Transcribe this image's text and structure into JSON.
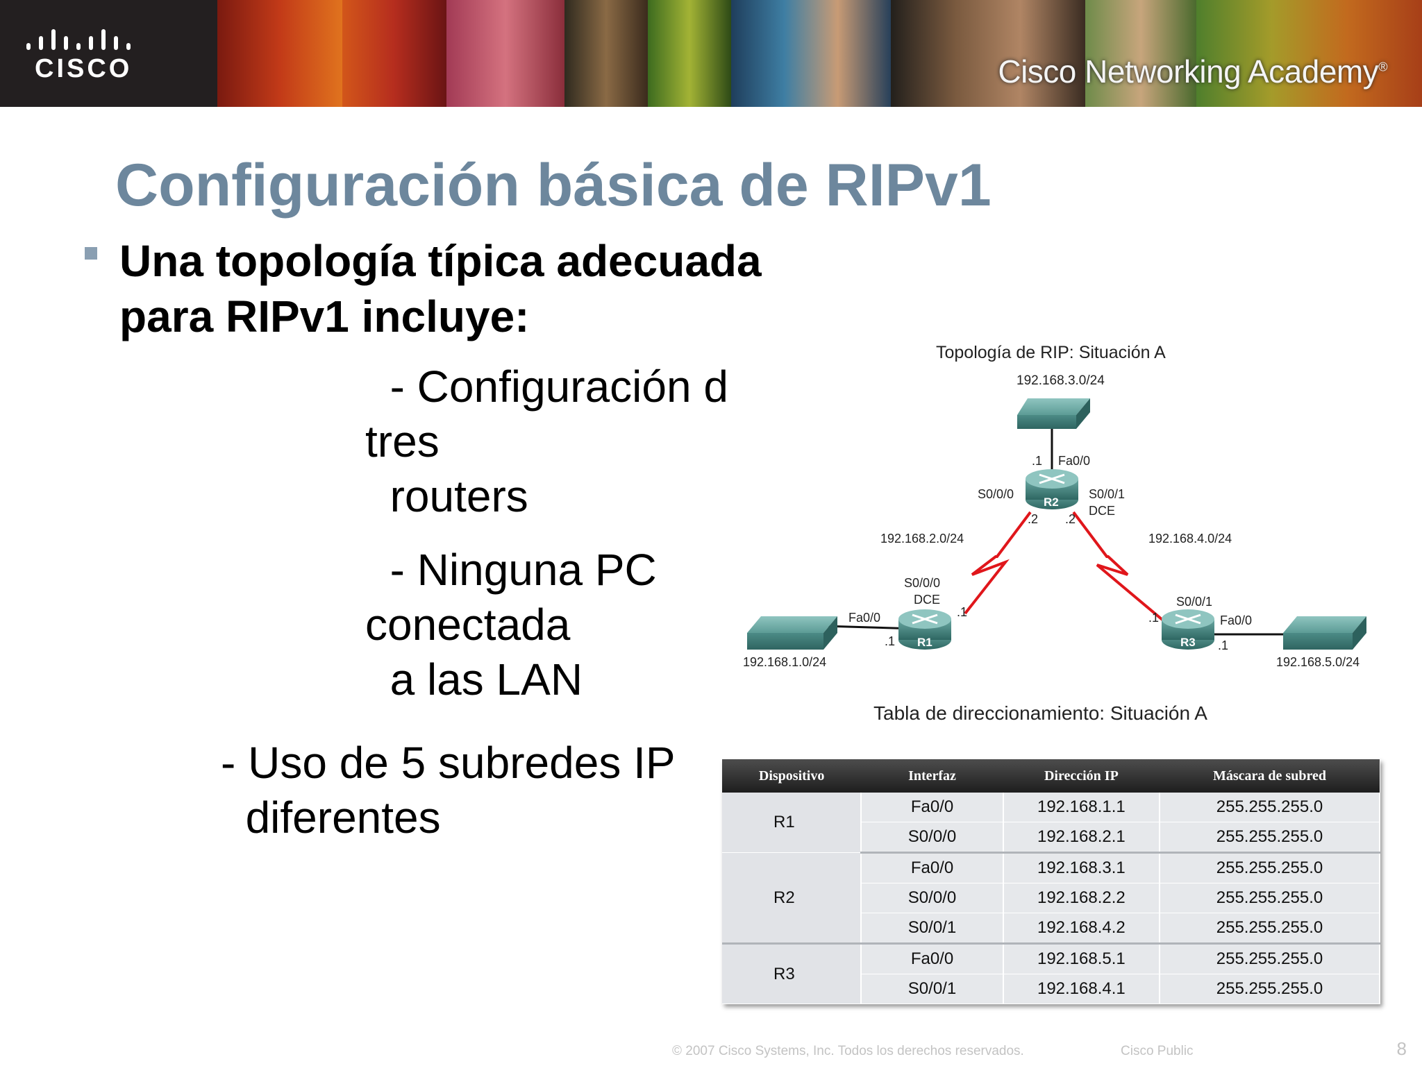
{
  "header": {
    "logo_text": "CISCO",
    "academy_text": "Cisco Networking Academy",
    "academy_reg": "®"
  },
  "slide": {
    "title": "Configuración básica de RIPv1",
    "bullet": "Una topología típica adecuada para RIPv1 incluye:",
    "sub_items": [
      "  - Configuración d\ntres\n  routers",
      "  - Ninguna PC\nconectada\n  a las LAN",
      "- Uso de 5 subredes IP\n  diferentes"
    ]
  },
  "diagram": {
    "title": "Topología de RIP: Situación A",
    "networks": {
      "top": "192.168.3.0/24",
      "left_wan": "192.168.2.0/24",
      "right_wan": "192.168.4.0/24",
      "left_lan": "192.168.1.0/24",
      "right_lan": "192.168.5.0/24"
    },
    "routers": [
      "R1",
      "R2",
      "R3"
    ],
    "labels": {
      "r2_fa": "Fa0/0",
      "r2_fa_ip": ".1",
      "r2_s000": "S0/0/0",
      "r2_s001": "S0/0/1",
      "r2_dce": "DCE",
      "r2_ip_left": ".2",
      "r2_ip_right": ".2",
      "r1_s000": "S0/0/0",
      "r1_dce": "DCE",
      "r1_s_ip": ".1",
      "r1_fa": "Fa0/0",
      "r1_fa_ip": ".1",
      "r3_s001": "S0/0/1",
      "r3_s_ip": ".1",
      "r3_fa": "Fa0/0",
      "r3_fa_ip": ".1"
    }
  },
  "table": {
    "title": "Tabla de direccionamiento: Situación A",
    "headers": [
      "Dispositivo",
      "Interfaz",
      "Dirección IP",
      "Máscara de subred"
    ],
    "groups": [
      {
        "device": "R1",
        "rows": [
          [
            "Fa0/0",
            "192.168.1.1",
            "255.255.255.0"
          ],
          [
            "S0/0/0",
            "192.168.2.1",
            "255.255.255.0"
          ]
        ]
      },
      {
        "device": "R2",
        "rows": [
          [
            "Fa0/0",
            "192.168.3.1",
            "255.255.255.0"
          ],
          [
            "S0/0/0",
            "192.168.2.2",
            "255.255.255.0"
          ],
          [
            "S0/0/1",
            "192.168.4.2",
            "255.255.255.0"
          ]
        ]
      },
      {
        "device": "R3",
        "rows": [
          [
            "Fa0/0",
            "192.168.5.1",
            "255.255.255.0"
          ],
          [
            "S0/0/1",
            "192.168.4.1",
            "255.255.255.0"
          ]
        ]
      }
    ]
  },
  "footer": {
    "copyright": "© 2007 Cisco Systems, Inc. Todos los derechos reservados.",
    "classification": "Cisco Public",
    "page": "8"
  },
  "colors": {
    "title": "#6d879d",
    "serial_link": "#e0161b",
    "device": "#4e8f8b"
  }
}
